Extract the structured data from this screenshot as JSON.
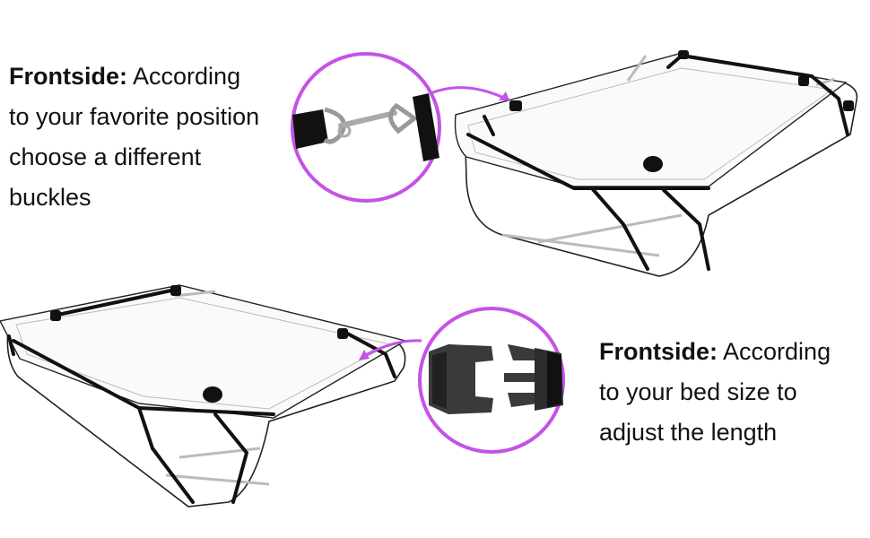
{
  "captions": {
    "top": {
      "lead": "Frontside:",
      "line1_rest": "According",
      "line2": "to your favorite position",
      "line3": "choose a different",
      "line4": "buckles"
    },
    "bottom": {
      "lead": "Frontside:",
      "line1_rest": "According",
      "line2": "to your bed size to",
      "line3": "adjust the length"
    }
  },
  "colors": {
    "accent": "#c552e6",
    "strap": "#111111",
    "mattress_edge": "#222222",
    "buckle": "#3a3a3a"
  },
  "icons": {
    "top_callout": "d-ring-clip-icon",
    "bottom_callout": "side-release-buckle-icon"
  }
}
